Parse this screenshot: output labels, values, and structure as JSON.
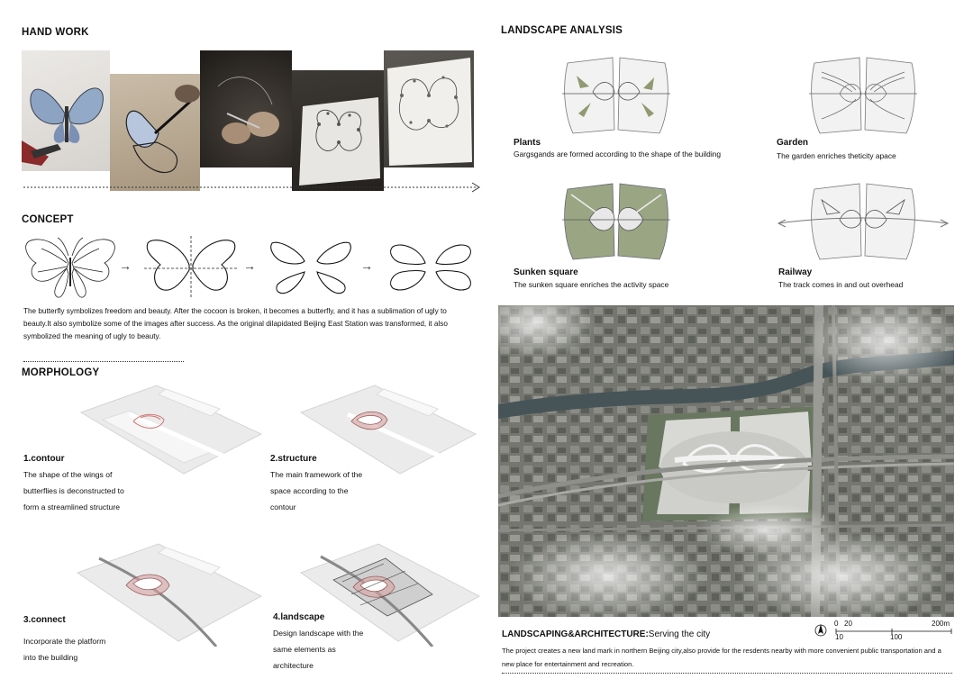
{
  "hand_work": {
    "heading": "HAND WORK"
  },
  "concept": {
    "heading": "CONCEPT",
    "text": "The butterfly symbolizes freedom and beauty. After the cocoon is broken, it becomes a butterfly, and it has a sublimation of ugly to beauty.It also symbolize some of the images after success. As the original dilapidated Beijing East Station was transformed, it also symbolized the meaning of ugly to beauty.",
    "arrow": "→"
  },
  "morphology": {
    "heading": "MORPHOLOGY",
    "steps": [
      {
        "title": "1.contour",
        "text": "The shape of the wings of butterflies is deconstructed to form a streamlined structure"
      },
      {
        "title": "2.structure",
        "text": "The main framework of the space according to the contour"
      },
      {
        "title": "3.connect",
        "text": "Incorporate the platform into the building"
      },
      {
        "title": "4.landscape",
        "text": "Design landscape with the same elements as architecture"
      }
    ]
  },
  "landscape_analysis": {
    "heading": "LANDSCAPE ANALYSIS",
    "items": [
      {
        "title": "Plants",
        "text": "Gargsgands are formed according to the shape of  the building"
      },
      {
        "title": "Garden",
        "text": "The garden enriches theticity apace"
      },
      {
        "title": "Sunken square",
        "text": "The sunken square enriches the activity space"
      },
      {
        "title": "Railway",
        "text": "The track comes in and out overhead"
      }
    ]
  },
  "site": {
    "caption_bold": "LANDSCAPING&ARCHITECTURE:",
    "caption_rest": "Serving the city",
    "text": "The project creates a new land mark in northern Beijing city,also provide for the resdents nearby with more convenient public transportation and a new place for entertainment and recreation.",
    "north": "N",
    "scale": {
      "s0": "0",
      "s20": "20",
      "s200": "200m",
      "s10": "10",
      "s100": "100"
    }
  },
  "colors": {
    "accent_red": "#c87878",
    "garden_green": "#7e8a62"
  }
}
